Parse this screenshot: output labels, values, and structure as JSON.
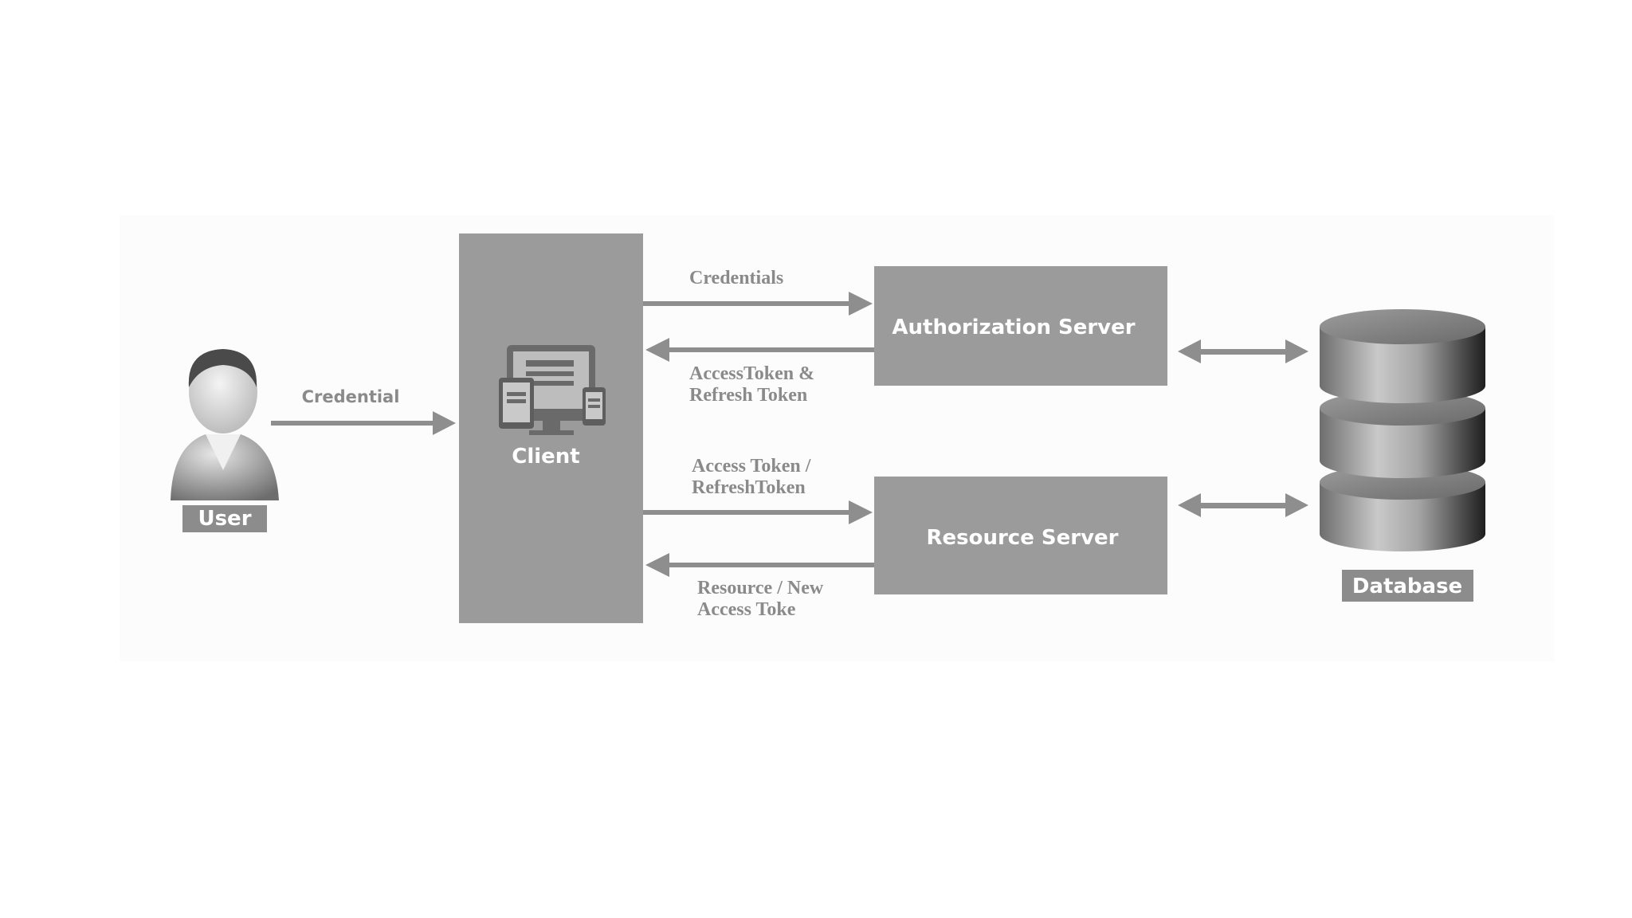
{
  "diagram": {
    "nodes": {
      "user": {
        "label": "User"
      },
      "client": {
        "label": "Client"
      },
      "auth_server": {
        "label": "Authorization Server"
      },
      "resource_server": {
        "label": "Resource Server"
      },
      "database": {
        "label": "Database"
      }
    },
    "edges": {
      "user_to_client": {
        "label": "Credential"
      },
      "client_to_auth": {
        "label": "Credentials"
      },
      "auth_to_client": {
        "line1": "AccessToken &",
        "line2": "Refresh Token"
      },
      "client_to_resource": {
        "line1": "Access Token /",
        "line2": "RefreshToken"
      },
      "resource_to_client": {
        "line1": "Resource / New",
        "line2": "Access Toke"
      }
    }
  },
  "colors": {
    "box": "#9b9b9b",
    "arrow": "#8e8e8e",
    "label_text": "#8a8a8a",
    "box_text": "#ffffff"
  },
  "icons": [
    "user-avatar-icon",
    "devices-icon",
    "database-cylinder-icon"
  ]
}
